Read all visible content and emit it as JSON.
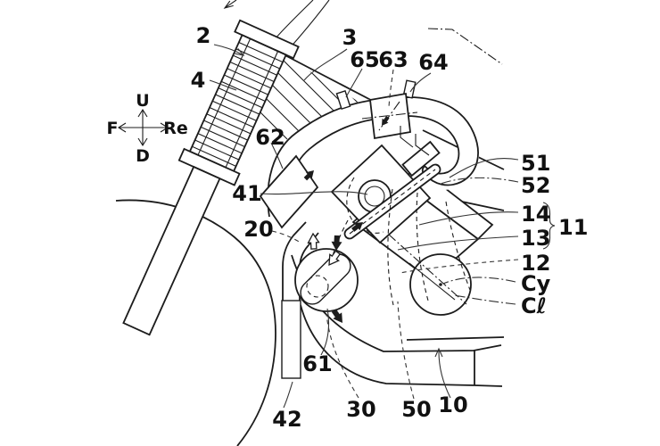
{
  "figure": {
    "description": "Patent-style side-view line diagram of a motorcycle front section: front fork, intake duct, air cleaner, throttle body, injector, engine cylinder and crankcase with reference numerals and leader lines",
    "background_color": "#ffffff",
    "line_color": "#1c1c1c"
  },
  "compass": {
    "up": "U",
    "down": "D",
    "front": "F",
    "rear": "Re"
  },
  "reference_labels": {
    "r2": "2",
    "r3": "3",
    "r4": "4",
    "r10": "10",
    "r11": "11",
    "r12": "12",
    "r13": "13",
    "r14": "14",
    "r20": "20",
    "r30": "30",
    "r41": "41",
    "r42": "42",
    "r50": "50",
    "r51": "51",
    "r52": "52",
    "r61": "61",
    "r62": "62",
    "r63": "63",
    "r64": "64",
    "r65": "65",
    "rCy": "Cy",
    "rCl": "Cℓ"
  }
}
